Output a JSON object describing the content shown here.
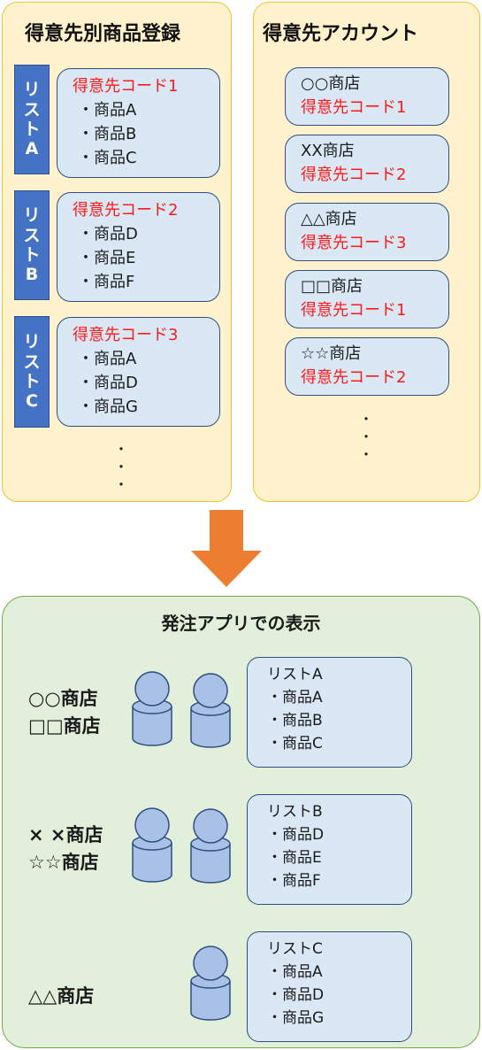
{
  "registration": {
    "title": "得意先別商品登録",
    "lists": [
      {
        "tab": [
          "リ",
          "ス",
          "ト",
          "A"
        ],
        "code": "得意先コード1",
        "items": [
          "・商品A",
          "・商品B",
          "・商品C"
        ]
      },
      {
        "tab": [
          "リ",
          "ス",
          "ト",
          "B"
        ],
        "code": "得意先コード2",
        "items": [
          "・商品D",
          "・商品E",
          "・商品F"
        ]
      },
      {
        "tab": [
          "リ",
          "ス",
          "ト",
          "C"
        ],
        "code": "得意先コード3",
        "items": [
          "・商品A",
          "・商品D",
          "・商品G"
        ]
      }
    ],
    "ellipsis": [
      "・",
      "・",
      "・"
    ]
  },
  "accounts": {
    "title": "得意先アカウント",
    "stores": [
      {
        "name": "○○商店",
        "code": "得意先コード1"
      },
      {
        "name": "XX商店",
        "code": "得意先コード2"
      },
      {
        "name": "△△商店",
        "code": "得意先コード3"
      },
      {
        "name": "□□商店",
        "code": "得意先コード1"
      },
      {
        "name": "☆☆商店",
        "code": "得意先コード2"
      }
    ],
    "ellipsis": [
      "・",
      "・",
      "・"
    ]
  },
  "arrow": {
    "color": "#ed7d31"
  },
  "app": {
    "title": "発注アプリでの表示",
    "groups": [
      {
        "stores": [
          "○○商店",
          "□□商店"
        ],
        "list": "リストA",
        "items": [
          "・商品A",
          "・商品B",
          "・商品C"
        ]
      },
      {
        "stores": [
          "× ×商店",
          "☆☆商店"
        ],
        "list": "リストB",
        "items": [
          "・商品D",
          "・商品E",
          "・商品F"
        ]
      },
      {
        "stores": [
          "△△商店"
        ],
        "list": "リストC",
        "items": [
          "・商品A",
          "・商品D",
          "・商品G"
        ]
      }
    ]
  },
  "colors": {
    "red_text": "#ff1a1a",
    "tab_blue": "#4472c4",
    "card_fill": "#dae8f5",
    "panel_yellow": "#fff2cc",
    "panel_green": "#e2efda"
  }
}
